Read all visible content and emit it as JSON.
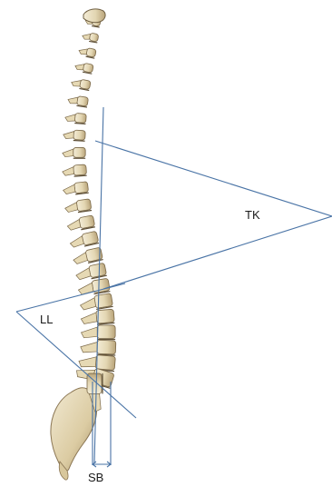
{
  "labels": {
    "thoracic_kyphosis": "TK",
    "lumbar_lordosis": "LL",
    "sagittal_balance": "SB"
  },
  "colors": {
    "line": "#4a74a6",
    "bone_light": "#efe6cc",
    "bone_mid": "#d9c9a0",
    "bone_dark": "#a8936a",
    "bone_shadow": "#6f5f42"
  }
}
